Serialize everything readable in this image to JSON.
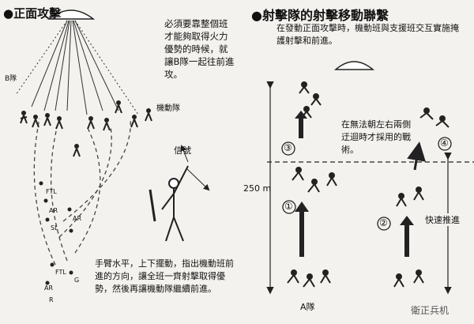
{
  "left": {
    "title": "●正面攻擊",
    "col_note": "必須要靠整個班才能夠取得火力優勢的時候，就讓B隊一起往前進攻。",
    "label_bravo": "B隊",
    "label_maneuver": "機動隊",
    "label_signal": "信號",
    "caption": "手臂水平，上下擺動，指出機動班前進的方向，讓全班一齊射擊取得優勢，然後再讓機動隊繼續前進。",
    "unit_labels": [
      "FTL",
      "AR",
      "SL",
      "AR",
      "FTL",
      "AR",
      "G",
      "R"
    ]
  },
  "right": {
    "title": "●射擊隊的射擊移動聯繫",
    "intro": "在發動正面攻擊時，機動班與支援班交互實施掩護射擊和前進。",
    "note": "在無法朝左右兩側迂迴時才採用的戰術。",
    "distance": "250 m",
    "label_team_a": "A隊",
    "label_rapid": "快速推進",
    "step_numbers": [
      "③",
      "①",
      "④",
      "②"
    ]
  },
  "watermark": "衛正兵机"
}
